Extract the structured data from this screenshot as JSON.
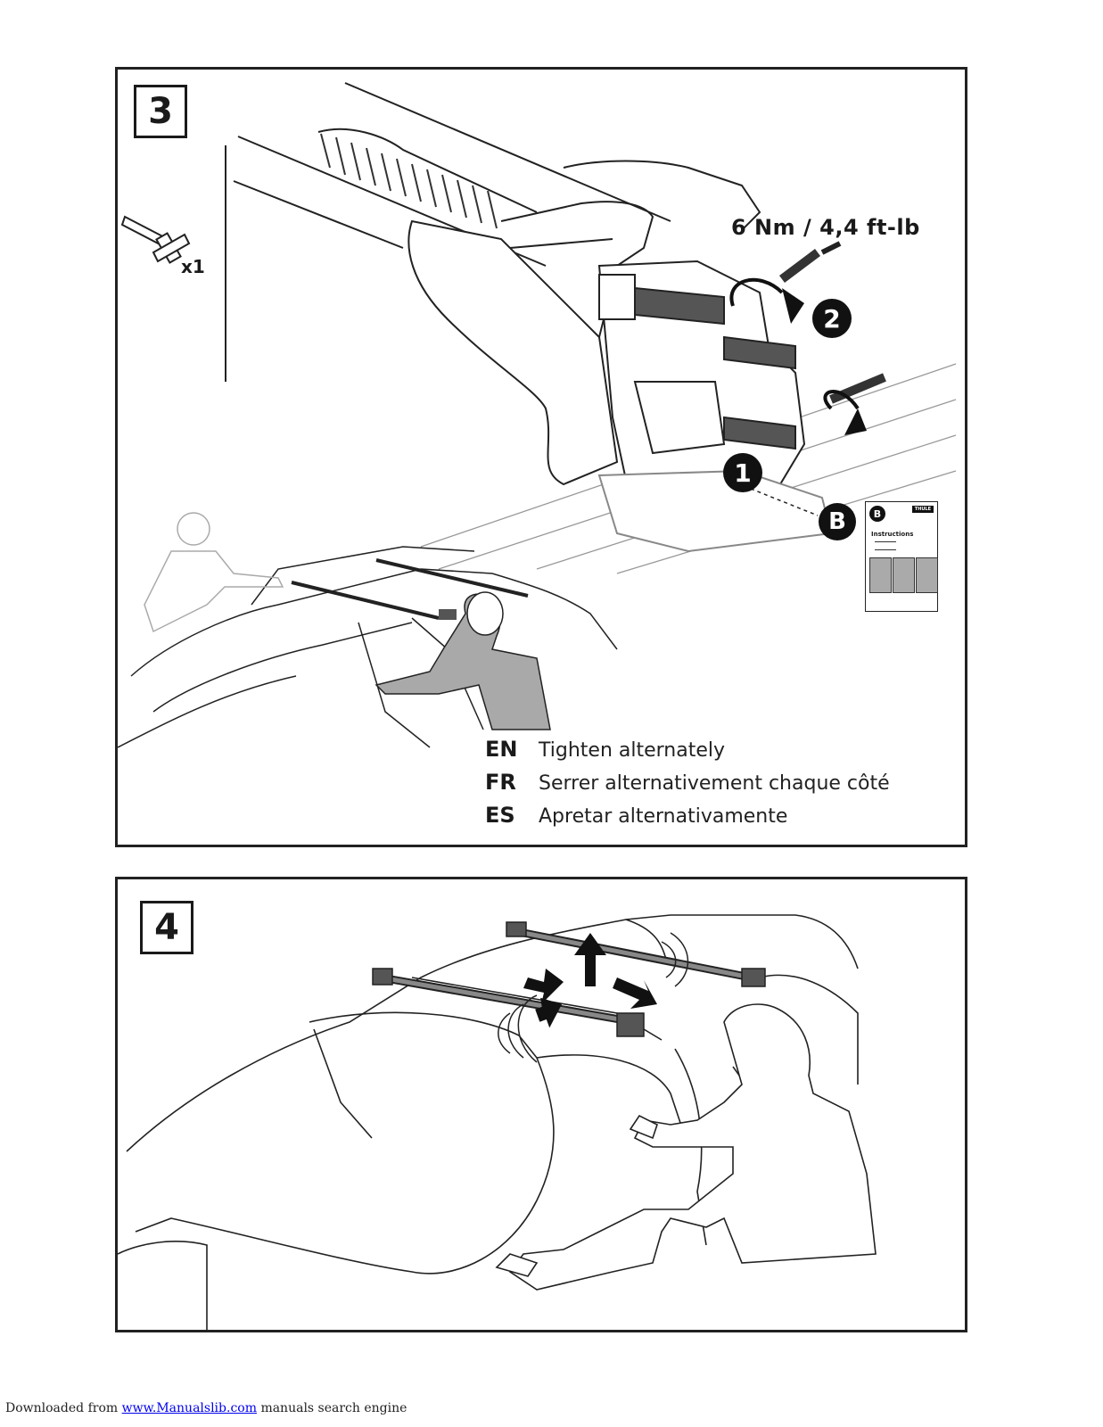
{
  "step3": {
    "number": "3",
    "torque": "6 Nm / 4,4 ft-lb",
    "tool_quantity": "x1",
    "badges": {
      "first": "1",
      "second": "2",
      "reference": "B"
    },
    "booklet": {
      "badge": "B",
      "brand": "THULE",
      "title": "Instructions"
    },
    "instructions": [
      {
        "code": "EN",
        "text": "Tighten alternately"
      },
      {
        "code": "FR",
        "text": "Serrer alternativement chaque côté"
      },
      {
        "code": "ES",
        "text": "Apretar alternativamente"
      }
    ]
  },
  "step4": {
    "number": "4"
  },
  "footer": {
    "prefix": "Downloaded from",
    "link": "www.Manualslib.com",
    "suffix": "manuals search engine"
  },
  "icons": [
    "hex-key-icon",
    "rotate-arrow-icon",
    "direction-arrows-icon",
    "instruction-booklet-icon"
  ],
  "colors": {
    "ink": "#1a1a1a",
    "figure_grey": "#a9a9a9",
    "link": "#0000ee"
  }
}
